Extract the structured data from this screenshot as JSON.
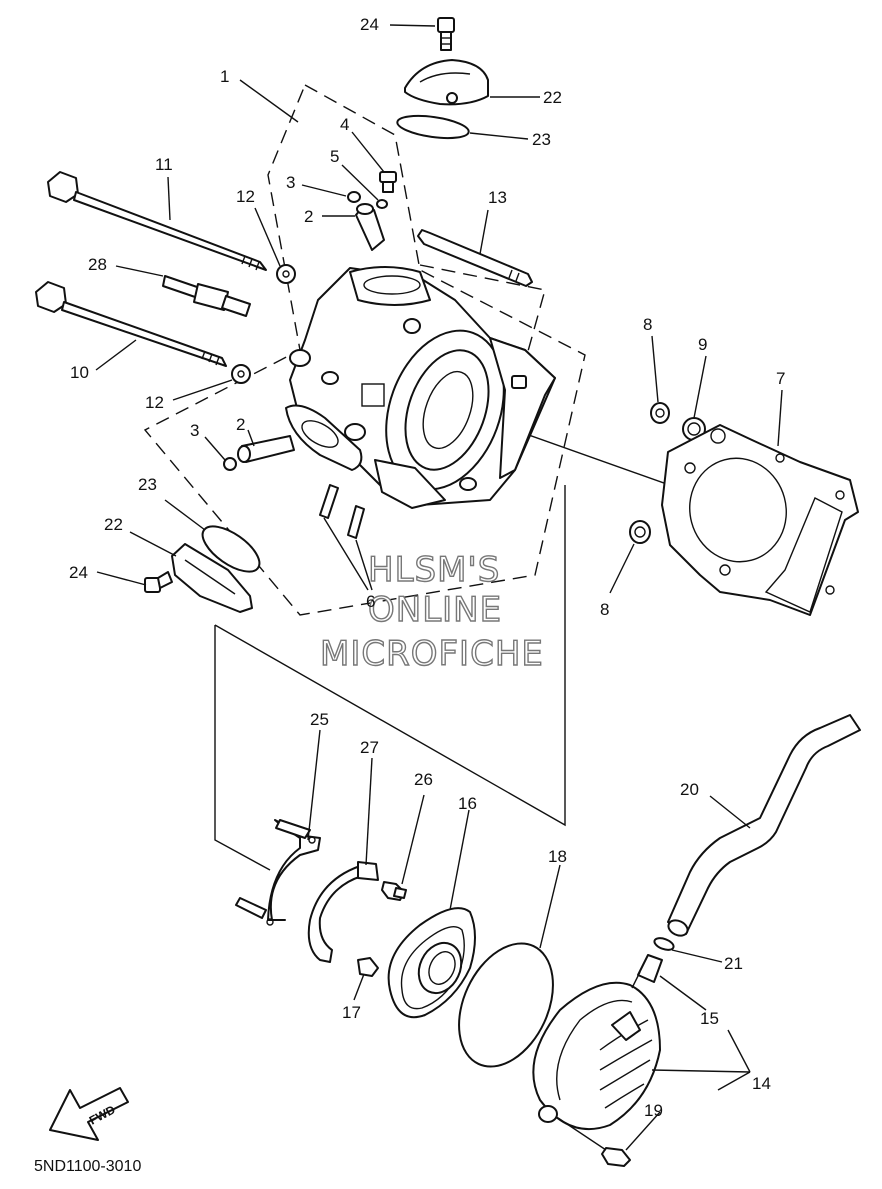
{
  "diagram": {
    "callouts": {
      "c1": "1",
      "c2a": "2",
      "c2b": "2",
      "c3a": "3",
      "c3b": "3",
      "c4": "4",
      "c5": "5",
      "c6": "6",
      "c7": "7",
      "c8a": "8",
      "c8b": "8",
      "c9": "9",
      "c10": "10",
      "c11": "11",
      "c12a": "12",
      "c12b": "12",
      "c13": "13",
      "c14": "14",
      "c15": "15",
      "c16": "16",
      "c17": "17",
      "c18": "18",
      "c19": "19",
      "c20": "20",
      "c21": "21",
      "c22a": "22",
      "c22b": "22",
      "c23a": "23",
      "c23b": "23",
      "c24a": "24",
      "c24b": "24",
      "c25": "25",
      "c26": "26",
      "c27": "27",
      "c28": "28"
    },
    "watermark": {
      "line1": "HLSM'S",
      "line2": "ONLINE",
      "line3": "MICROFICHE"
    },
    "fwd_label": "FWD",
    "diagram_code": "5ND1100-3010"
  }
}
